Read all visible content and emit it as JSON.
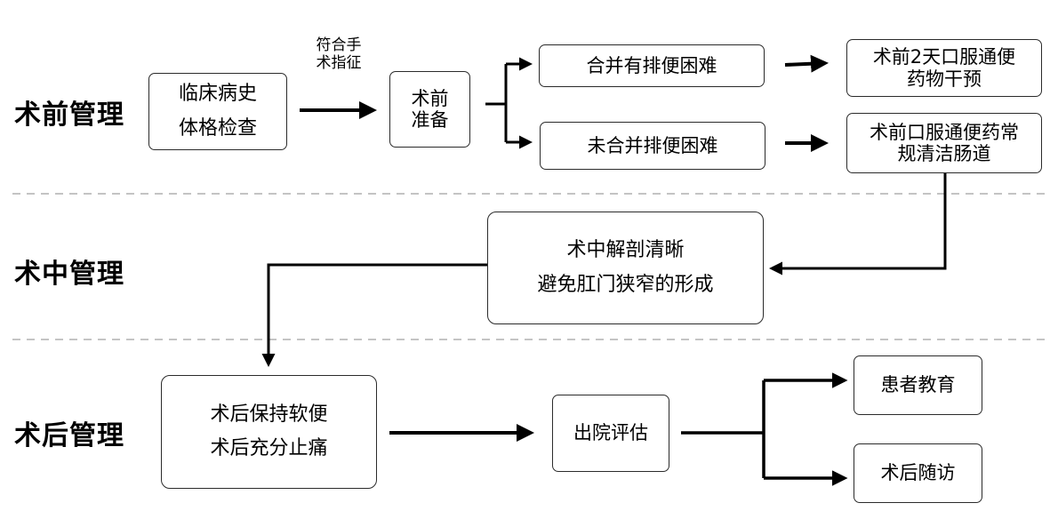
{
  "sections": {
    "preop": "术前管理",
    "intraop": "术中管理",
    "postop": "术后管理"
  },
  "nodes": {
    "history": [
      "临床病史",
      "体格检查"
    ],
    "indication": [
      "符合手",
      "术指征"
    ],
    "prep": [
      "术前",
      "准备"
    ],
    "with_difficulty": "合并有排便困难",
    "without_difficulty": "未合并排便困难",
    "laxative_intervention": [
      "术前2天口服通便",
      "药物干预"
    ],
    "bowel_cleansing": [
      "术前口服通便药常",
      "规清洁肠道"
    ],
    "intraop_action": [
      "术中解剖清晰",
      "避免肛门狭窄的形成"
    ],
    "postop_care": [
      "术后保持软便",
      "术后充分止痛"
    ],
    "discharge": "出院评估",
    "education": "患者教育",
    "followup": "术后随访"
  },
  "colors": {
    "line": "#000000",
    "border": "#2b2b2b",
    "divider": "#b0b0b0"
  }
}
